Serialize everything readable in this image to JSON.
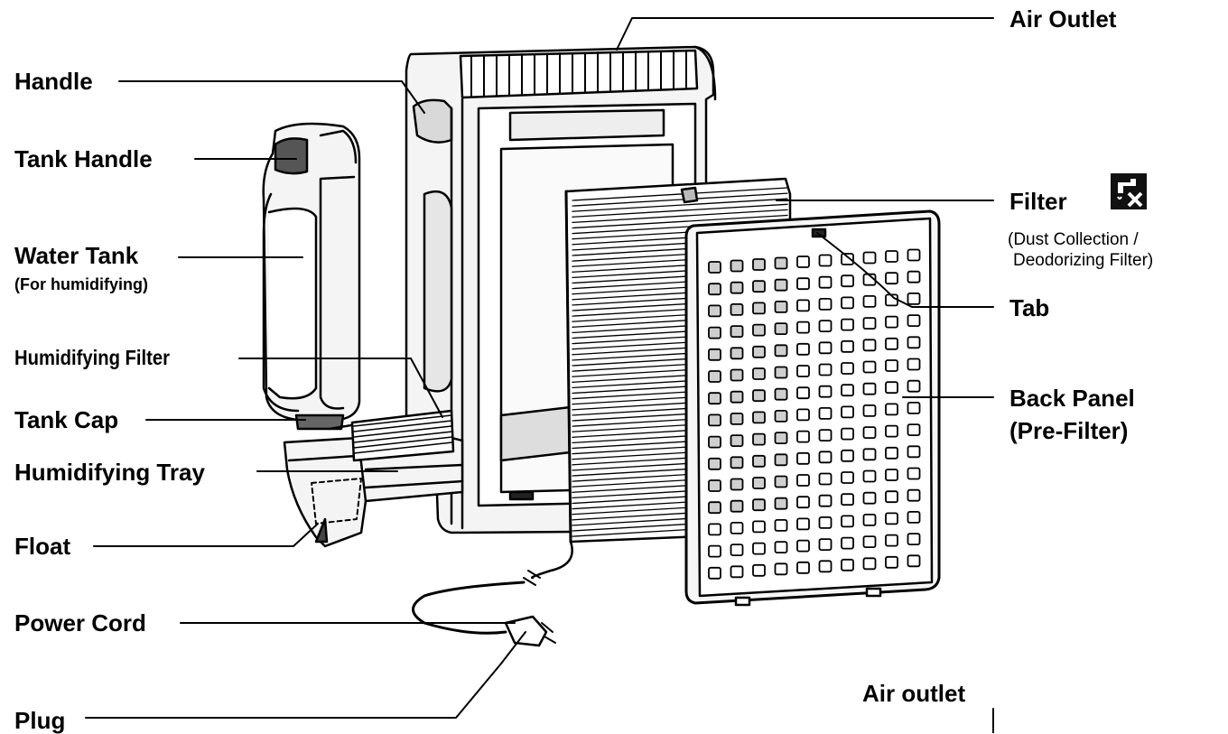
{
  "labels": {
    "air_outlet_top": "Air Outlet",
    "handle": "Handle",
    "tank_handle": "Tank Handle",
    "filter": "Filter",
    "filter_note_line1": "(Dust Collection /",
    "filter_note_line2": "Deodorizing Filter)",
    "water_tank": "Water Tank",
    "water_tank_note": "(For humidifying)",
    "tab": "Tab",
    "humidifying_filter": "Humidifying Filter",
    "back_panel_line1": "Back Panel",
    "back_panel_line2": "(Pre-Filter)",
    "tank_cap": "Tank Cap",
    "humidifying_tray": "Humidifying Tray",
    "float": "Float",
    "power_cord": "Power Cord",
    "plug": "Plug",
    "air_outlet_bottom": "Air outlet"
  },
  "icons": {
    "filter_icon": "no-water-faucet-icon"
  },
  "colors": {
    "line": "#000000",
    "body_fill": "#f2f2f2",
    "shade": "#d9d9d9"
  }
}
